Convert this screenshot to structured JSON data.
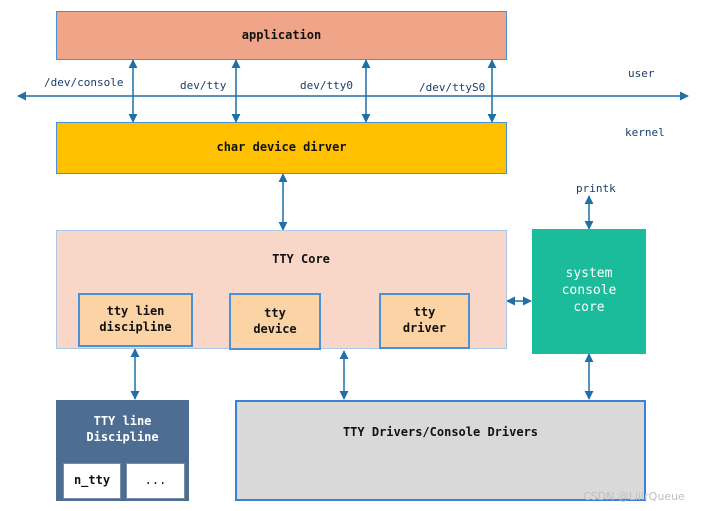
{
  "boxes": {
    "application": "application",
    "char_driver": "char device dirver",
    "tty_core": "TTY Core",
    "tty_lien_discipline": "tty lien\ndiscipline",
    "tty_device": "tty\ndevice",
    "tty_driver": "tty\ndriver",
    "system_console_core": "system\nconsole\ncore",
    "tty_line_discipline": "TTY line\nDiscipline",
    "n_tty": "n_tty",
    "more": "...",
    "tty_drivers_console": "TTY Drivers/Console Drivers"
  },
  "labels": {
    "dev_console": "/dev/console",
    "dev_tty": "dev/tty",
    "dev_tty0": "dev/tty0",
    "dev_ttys0": "/dev/ttyS0",
    "user": "user",
    "kernel": "kernel",
    "printk": "printk"
  },
  "watermark": "CSDN @LiiirQueue",
  "colors": {
    "application_fill": "#f0a488",
    "char_driver_fill": "#ffc000",
    "tty_core_fill": "#f8d6c8",
    "sub_box_fill": "#fcd3a4",
    "console_core_fill": "#1abc9c",
    "line_disc_fill": "#4e6d92",
    "drivers_fill": "#d9d9d9",
    "border_blue": "#4a90d9",
    "arrow": "#1f6fa8"
  }
}
